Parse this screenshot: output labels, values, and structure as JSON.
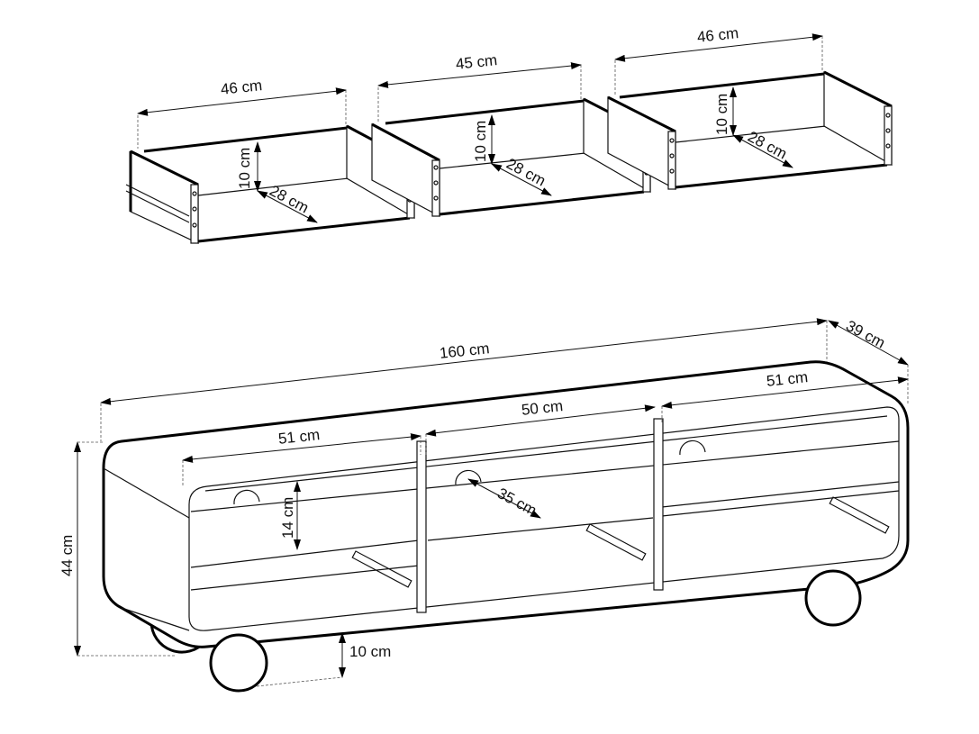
{
  "diagram": {
    "subject": "TV stand on wheels with three drawers",
    "drawers": [
      {
        "name": "left-drawer",
        "width": "46 cm",
        "height": "10 cm",
        "depth": "28 cm"
      },
      {
        "name": "middle-drawer",
        "width": "45 cm",
        "height": "10 cm",
        "depth": "28 cm"
      },
      {
        "name": "right-drawer",
        "width": "46 cm",
        "height": "10 cm",
        "depth": "28 cm"
      }
    ],
    "cabinet": {
      "total_width": "160 cm",
      "depth": "39 cm",
      "total_height": "44 cm",
      "compartment_widths": [
        "51 cm",
        "50 cm",
        "51 cm"
      ],
      "shelf_height": "14 cm",
      "shelf_depth": "35 cm",
      "wheel_clearance": "10 cm"
    }
  }
}
